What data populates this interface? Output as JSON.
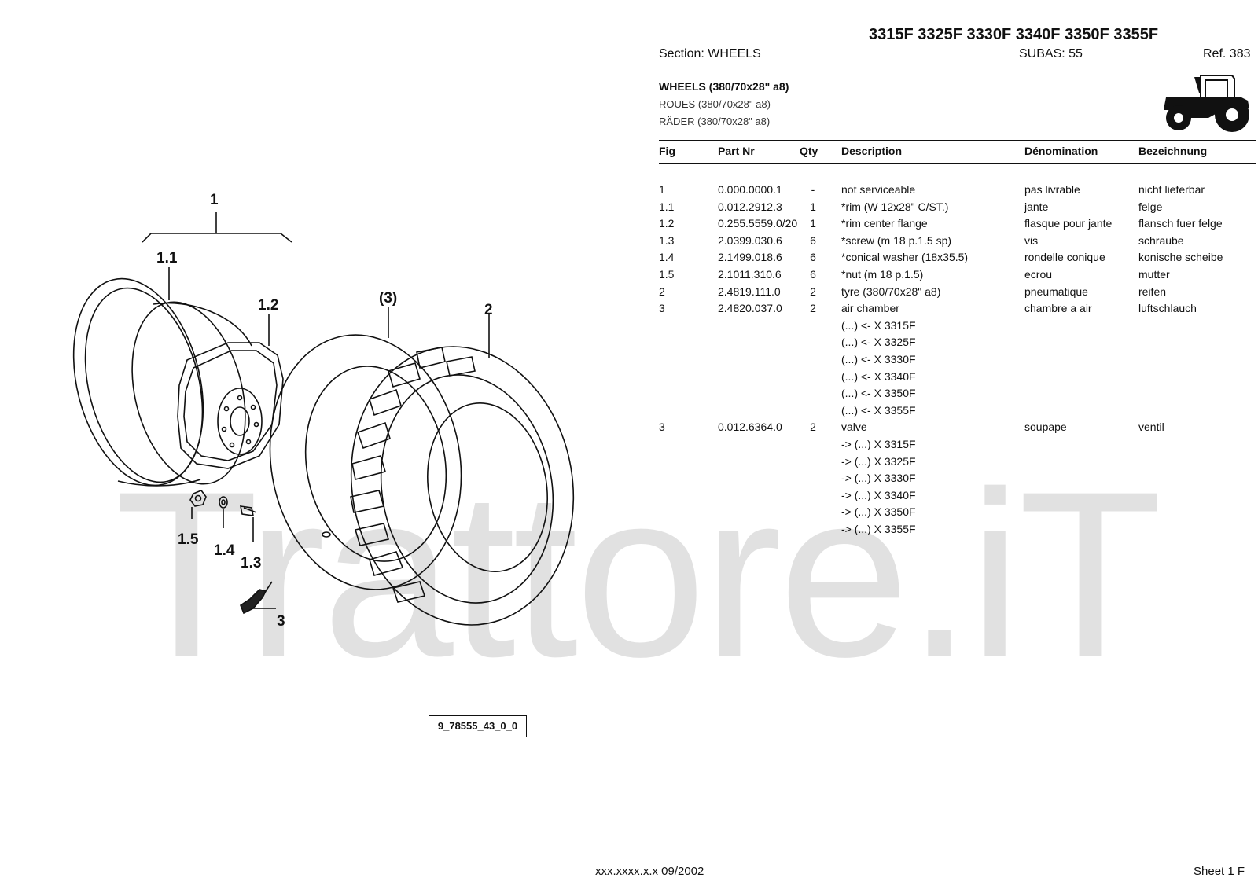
{
  "header": {
    "models": "3315F 3325F 3330F 3340F 3350F 3355F",
    "section": "Section: WHEELS",
    "subas": "SUBAS: 55",
    "ref": "Ref. 383"
  },
  "titles": {
    "en": "WHEELS (380/70x28\" a8)",
    "fr": "ROUES (380/70x28\" a8)",
    "de": "RÄDER (380/70x28\" a8)"
  },
  "table": {
    "columns": [
      "Fig",
      "Part Nr",
      "Qty",
      "Description",
      "Dénomination",
      "Bezeichnung"
    ],
    "rows": [
      {
        "fig": "1",
        "part": "0.000.0000.1",
        "qty": "-",
        "desc": "not serviceable",
        "fr": "pas livrable",
        "de": "nicht lieferbar"
      },
      {
        "fig": "1.1",
        "part": "0.012.2912.3",
        "qty": "1",
        "desc": "*rim (W 12x28\" C/ST.)",
        "fr": "jante",
        "de": "felge"
      },
      {
        "fig": "1.2",
        "part": "0.255.5559.0/20",
        "qty": "1",
        "desc": "*rim center flange",
        "fr": "flasque pour jante",
        "de": "flansch fuer felge"
      },
      {
        "fig": "1.3",
        "part": "2.0399.030.6",
        "qty": "6",
        "desc": "*screw (m 18 p.1.5 sp)",
        "fr": "vis",
        "de": "schraube"
      },
      {
        "fig": "1.4",
        "part": "2.1499.018.6",
        "qty": "6",
        "desc": "*conical washer (18x35.5)",
        "fr": "rondelle conique",
        "de": "konische scheibe"
      },
      {
        "fig": "1.5",
        "part": "2.1011.310.6",
        "qty": "6",
        "desc": "*nut (m 18 p.1.5)",
        "fr": "ecrou",
        "de": "mutter"
      },
      {
        "fig": "2",
        "part": "2.4819.111.0",
        "qty": "2",
        "desc": "tyre (380/70x28\" a8)",
        "fr": "pneumatique",
        "de": "reifen"
      },
      {
        "fig": "3",
        "part": "2.4820.037.0",
        "qty": "2",
        "desc": "air chamber",
        "fr": "chambre a air",
        "de": "luftschlauch"
      },
      {
        "fig": "",
        "part": "",
        "qty": "",
        "desc": "(...) <- X 3315F",
        "fr": "",
        "de": ""
      },
      {
        "fig": "",
        "part": "",
        "qty": "",
        "desc": "(...) <- X 3325F",
        "fr": "",
        "de": ""
      },
      {
        "fig": "",
        "part": "",
        "qty": "",
        "desc": "(...) <- X 3330F",
        "fr": "",
        "de": ""
      },
      {
        "fig": "",
        "part": "",
        "qty": "",
        "desc": "(...) <- X 3340F",
        "fr": "",
        "de": ""
      },
      {
        "fig": "",
        "part": "",
        "qty": "",
        "desc": "(...) <- X 3350F",
        "fr": "",
        "de": ""
      },
      {
        "fig": "",
        "part": "",
        "qty": "",
        "desc": "(...) <- X 3355F",
        "fr": "",
        "de": ""
      },
      {
        "fig": "3",
        "part": "0.012.6364.0",
        "qty": "2",
        "desc": "valve",
        "fr": "soupape",
        "de": "ventil"
      },
      {
        "fig": "",
        "part": "",
        "qty": "",
        "desc": "-> (...) X  3315F",
        "fr": "",
        "de": ""
      },
      {
        "fig": "",
        "part": "",
        "qty": "",
        "desc": "-> (...) X  3325F",
        "fr": "",
        "de": ""
      },
      {
        "fig": "",
        "part": "",
        "qty": "",
        "desc": "-> (...) X  3330F",
        "fr": "",
        "de": ""
      },
      {
        "fig": "",
        "part": "",
        "qty": "",
        "desc": "-> (...) X  3340F",
        "fr": "",
        "de": ""
      },
      {
        "fig": "",
        "part": "",
        "qty": "",
        "desc": "-> (...) X  3350F",
        "fr": "",
        "de": ""
      },
      {
        "fig": "",
        "part": "",
        "qty": "",
        "desc": "-> (...) X  3355F",
        "fr": "",
        "de": ""
      }
    ]
  },
  "diagram": {
    "callouts": {
      "c1": "1",
      "c11": "1.1",
      "c12": "1.2",
      "c3p": "(3)",
      "c2": "2",
      "c15": "1.5",
      "c14": "1.4",
      "c13": "1.3",
      "c3": "3"
    },
    "figure_ref": "9_78555_43_0_0"
  },
  "watermark": "Trattore.iT",
  "footer": {
    "code": "xxx.xxxx.x.x  09/2002",
    "sheet": "Sheet 1 F"
  },
  "icons": [
    "tractor-icon"
  ]
}
